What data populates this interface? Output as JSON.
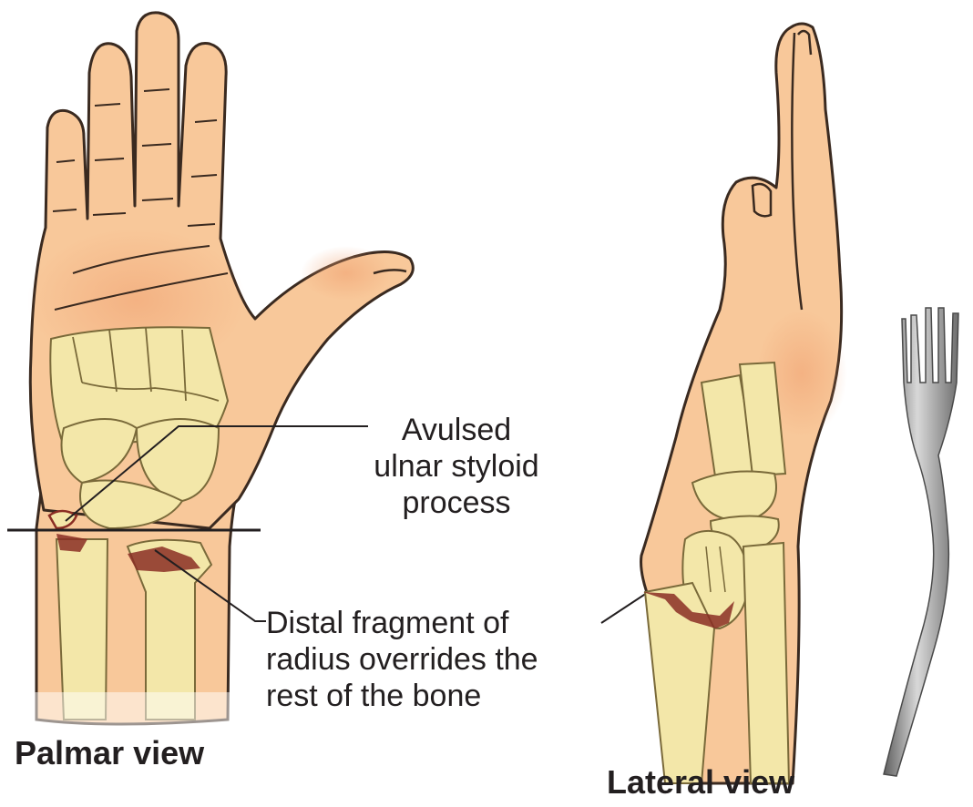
{
  "callouts": {
    "ulnar": {
      "lines": [
        "Avulsed",
        "ulnar styloid",
        "process"
      ]
    },
    "radius": {
      "lines": [
        "Distal fragment of",
        "radius overrides the",
        "rest of the bone"
      ]
    }
  },
  "views": {
    "palmar": "Palmar view",
    "lateral": "Lateral view"
  },
  "colors": {
    "skin": "#f8c89a",
    "skin_shade": "#f0a874",
    "bone": "#f3e7a9",
    "outline": "#3a2a20",
    "fracture": "#8a2e24",
    "fork": "#9a9a9a"
  },
  "icons": [
    "palmar-hand-illustration",
    "lateral-hand-illustration",
    "fork-icon"
  ]
}
